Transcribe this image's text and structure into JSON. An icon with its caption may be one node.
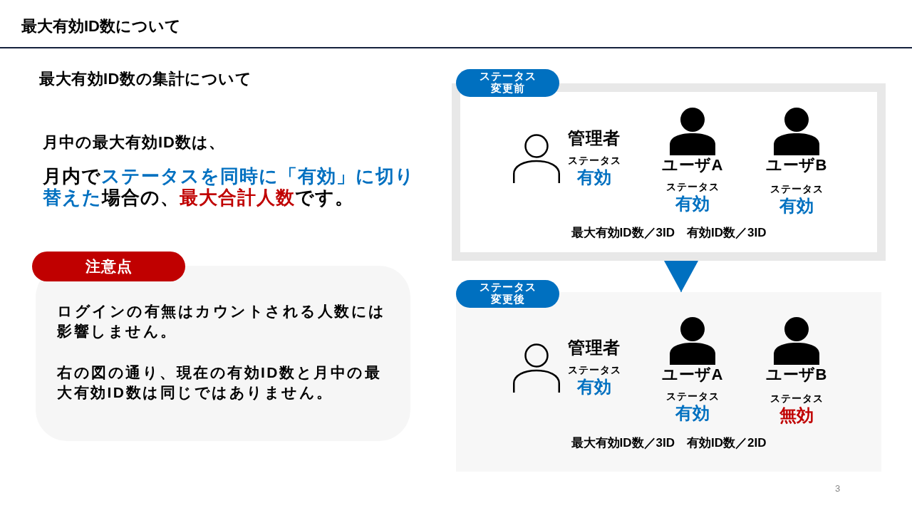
{
  "diagram": {
    "title": "最大有効ID数について",
    "nodes": [
      {
        "text": [
          "注意点",
          "ログインの有無はカウントされる人数には影響しません。",
          "右の図の通り、現在の有効ID数と月中の最大有効ID数は同じではありません。"
        ]
      },
      {
        "text": [
          "ステータス変更前",
          "最大有効ID数／3ID　有効ID数／3ID"
        ]
      },
      {
        "text": [
          "管理者",
          "ステータス",
          "有効"
        ],
        "in": 1
      },
      {
        "text": [
          "ユーザA",
          "ステータス",
          "有効"
        ],
        "in": 1
      },
      {
        "text": [
          "ユーザB",
          "ステータス",
          "有効"
        ],
        "in": 1
      },
      {
        "text": [
          "ステータス変更後",
          "最大有効ID数／3ID　有効ID数／2ID"
        ]
      },
      {
        "text": [
          "管理者",
          "ステータス",
          "有効"
        ],
        "in": 5
      },
      {
        "text": [
          "ユーザA",
          "ステータス",
          "有効"
        ],
        "in": 5
      },
      {
        "text": [
          "ユーザB",
          "ステータス",
          "無効"
        ],
        "in": 5
      }
    ],
    "edges": [
      {
        "from": 1,
        "to": 5,
        "arrow": "to"
      }
    ],
    "labels": [
      "最大有効ID数の集計について",
      "月中の最大有効ID数は、",
      "月内で**ステータスを同時に「有効」に切り替えた**場合の、**最大合計人数**です。",
      "3"
    ]
  }
}
